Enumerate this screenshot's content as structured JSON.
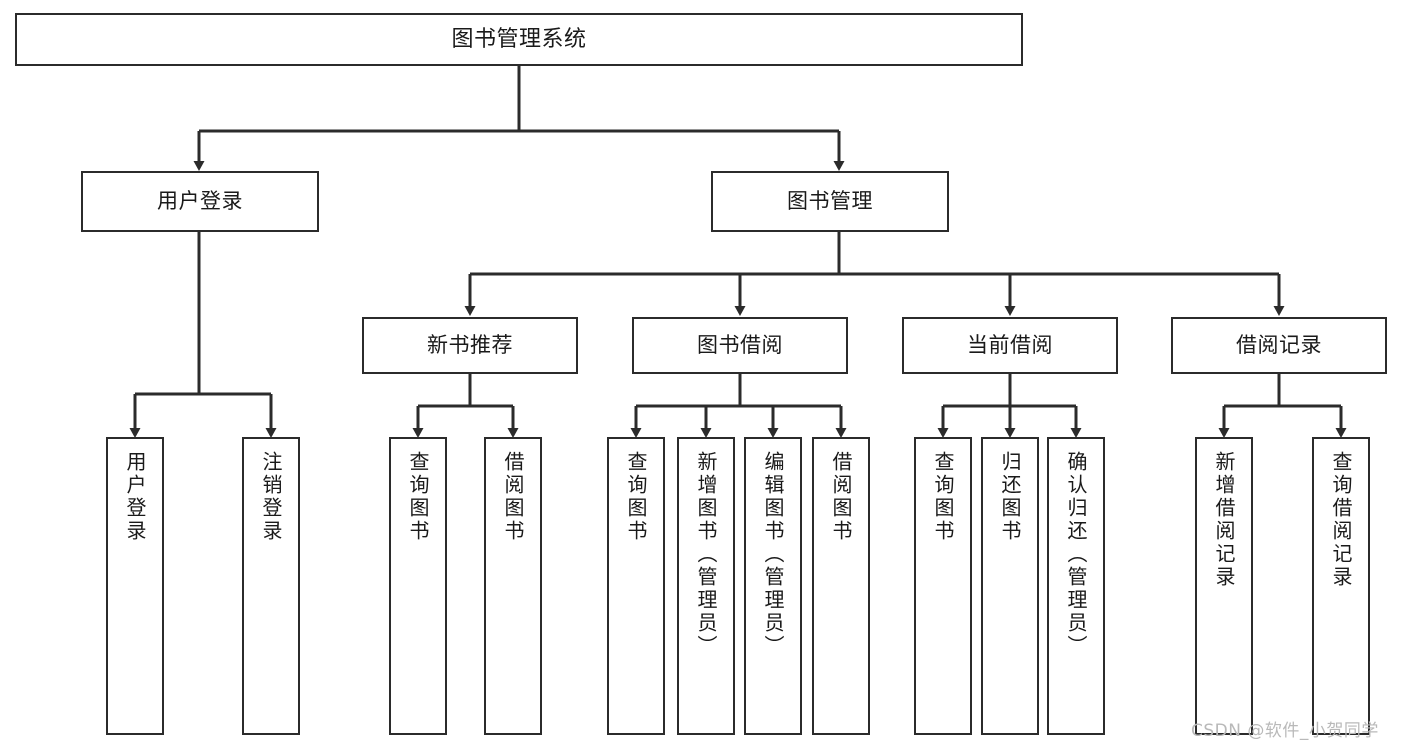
{
  "diagram": {
    "type": "tree-hierarchy",
    "title": "图书管理系统",
    "watermark": "CSDN @软件_小贺同学",
    "colors": {
      "box_border": "#2b2b2b",
      "box_fill": "#ffffff",
      "edge": "#2b2b2b",
      "text": "#1a1a1a",
      "watermark": "#b9b9b9",
      "background": "#ffffff"
    },
    "root": {
      "label": "图书管理系统"
    },
    "level2": [
      {
        "label": "用户登录"
      },
      {
        "label": "图书管理"
      }
    ],
    "level3": [
      {
        "label": "新书推荐"
      },
      {
        "label": "图书借阅"
      },
      {
        "label": "当前借阅"
      },
      {
        "label": "借阅记录"
      }
    ],
    "leaves": {
      "user_login": [
        {
          "label": "用户登录"
        },
        {
          "label": "注销登录"
        }
      ],
      "new_book_recommend": [
        {
          "label": "查询图书"
        },
        {
          "label": "借阅图书"
        }
      ],
      "book_borrow": [
        {
          "label": "查询图书"
        },
        {
          "label": "新增图书（管理员）"
        },
        {
          "label": "编辑图书（管理员）"
        },
        {
          "label": "借阅图书"
        }
      ],
      "current_borrow": [
        {
          "label": "查询图书"
        },
        {
          "label": "归还图书"
        },
        {
          "label": "确认归还（管理员）"
        }
      ],
      "borrow_record": [
        {
          "label": "新增借阅记录"
        },
        {
          "label": "查询借阅记录"
        }
      ]
    }
  }
}
